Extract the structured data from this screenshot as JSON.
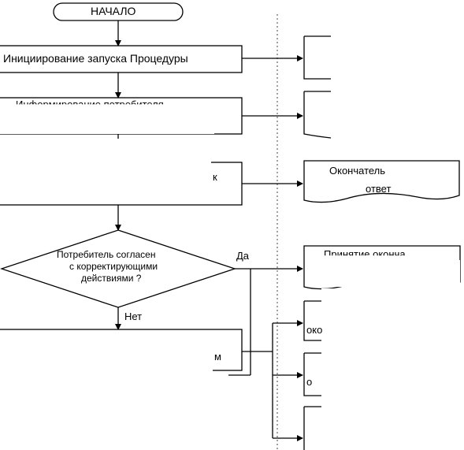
{
  "diagram": {
    "start_label": "НАЧАЛО",
    "step1_label": "Инициирование запуска Процедуры",
    "step2_label_partial": "Информирование потребителя",
    "step3_label_partial": "к",
    "decision_line1": "Потребитель согласен",
    "decision_line2": "с корректирующими",
    "decision_line3": "действиями ?",
    "yes_label": "Да",
    "no_label": "Нет",
    "step5_label_partial": "м",
    "doc3_line1_partial": "Окончатель",
    "doc3_line2": "ответ",
    "doc4_label_partial": "Принятие оконча",
    "doc5_label_partial": "око",
    "doc6_label_partial": "о"
  }
}
